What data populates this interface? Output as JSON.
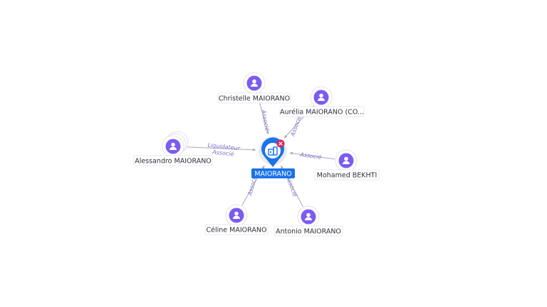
{
  "center": {
    "label": "MAIORANO",
    "icon": "building-icon",
    "badge_icon": "close-icon",
    "colors": {
      "pin": "#1a73e8",
      "badge": "#e0245e"
    }
  },
  "nodes": [
    {
      "id": "christelle",
      "name": "Christelle MAIORANO",
      "icon": "person-icon"
    },
    {
      "id": "aurelia",
      "name": "Aurélia MAIORANO (CO...",
      "icon": "person-icon"
    },
    {
      "id": "alessandro",
      "name": "Alessandro MAIORANO",
      "icon": "person-icon"
    },
    {
      "id": "mohamed",
      "name": "Mohamed BEKHTI",
      "icon": "person-icon"
    },
    {
      "id": "celine",
      "name": "Céline MAIORANO",
      "icon": "person-icon"
    },
    {
      "id": "antonio",
      "name": "Antonio MAIORANO",
      "icon": "person-icon"
    }
  ],
  "edges": [
    {
      "from": "christelle",
      "labels": [
        "Associé"
      ]
    },
    {
      "from": "aurelia",
      "labels": [
        "Associé"
      ]
    },
    {
      "from": "alessandro",
      "labels": [
        "Liquidateur",
        "Associé"
      ]
    },
    {
      "from": "mohamed",
      "labels": [
        "Associé"
      ]
    },
    {
      "from": "celine",
      "labels": [
        "Associé"
      ]
    },
    {
      "from": "antonio",
      "labels": [
        "Associé"
      ]
    }
  ],
  "colors": {
    "person_node": "#7c5cf0",
    "edge_label": "#7b72c9"
  }
}
